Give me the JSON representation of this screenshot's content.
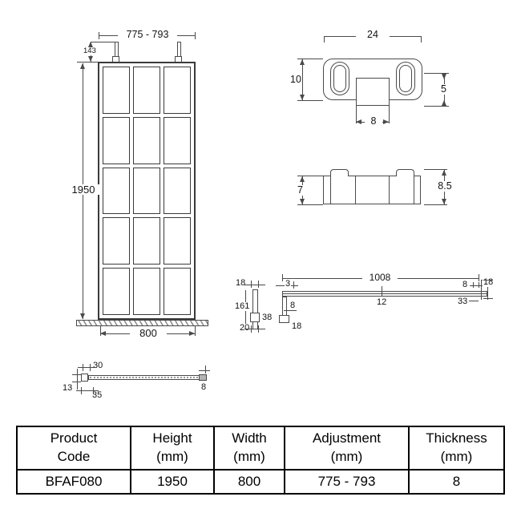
{
  "front_view": {
    "adjustment": "775 - 793",
    "pin_offset": "143",
    "height": "1950",
    "base_width": "800"
  },
  "bracket_top_view": {
    "width": "24",
    "depth": "10",
    "tab_drop": "5",
    "tab_width": "8"
  },
  "bracket_side_view": {
    "body_height": "7",
    "total_height": "8.5"
  },
  "support_arm": {
    "post_top_width": "18",
    "post_height": "161",
    "post_block": "38",
    "post_bottom": "20",
    "end_offset": "3",
    "length": "1008",
    "mid_mark": "12",
    "tube_width": "8",
    "foot_width": "18",
    "right_gap": "8",
    "right_height": "18",
    "right_inset": "33"
  },
  "glass_plan_view": {
    "profile_inner": "30",
    "profile_depth": "13",
    "profile_outer": "35",
    "glass_thickness": "8"
  },
  "table": {
    "headers": [
      "Product\nCode",
      "Height\n(mm)",
      "Width\n(mm)",
      "Adjustment\n(mm)",
      "Thickness\n(mm)"
    ],
    "row": [
      "BFAF080",
      "1950",
      "800",
      "775 - 793",
      "8"
    ]
  }
}
